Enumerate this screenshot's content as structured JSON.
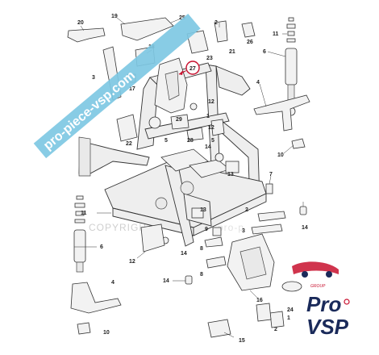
{
  "watermark": {
    "banner": "pro-piece-vsp.com",
    "copyright": "COPYRIGHT",
    "faded": "pro-p"
  },
  "logo": {
    "group": "GROUP",
    "pro": "Pro",
    "vsp": "VSP",
    "accent_color": "#c8102e",
    "brand_color": "#1a2a5a"
  },
  "highlighted_callout": "27",
  "highlight_color": "#c8102e",
  "banner_color": "#7ec8e3",
  "callouts": {
    "c1": "1",
    "c2": "2",
    "c3": "3",
    "c4a": "4",
    "c4b": "4",
    "c5a": "5",
    "c5b": "5",
    "c6a": "6",
    "c6b": "6",
    "c7": "7",
    "c8": "8",
    "c9": "9",
    "c10a": "10",
    "c10b": "10",
    "c11a": "11",
    "c11b": "11",
    "c12a": "12",
    "c12b": "12",
    "c13a": "13",
    "c13b": "13",
    "c14a": "14",
    "c14b": "14",
    "c14c": "14",
    "c14d": "14",
    "c15": "15",
    "c16": "16",
    "c17": "17",
    "c18": "18",
    "c19": "19",
    "c20": "20",
    "c21": "21",
    "c22": "22",
    "c23": "23",
    "c24": "24",
    "c25": "25",
    "c26": "26",
    "c27": "27",
    "c28": "28",
    "c29": "29"
  }
}
